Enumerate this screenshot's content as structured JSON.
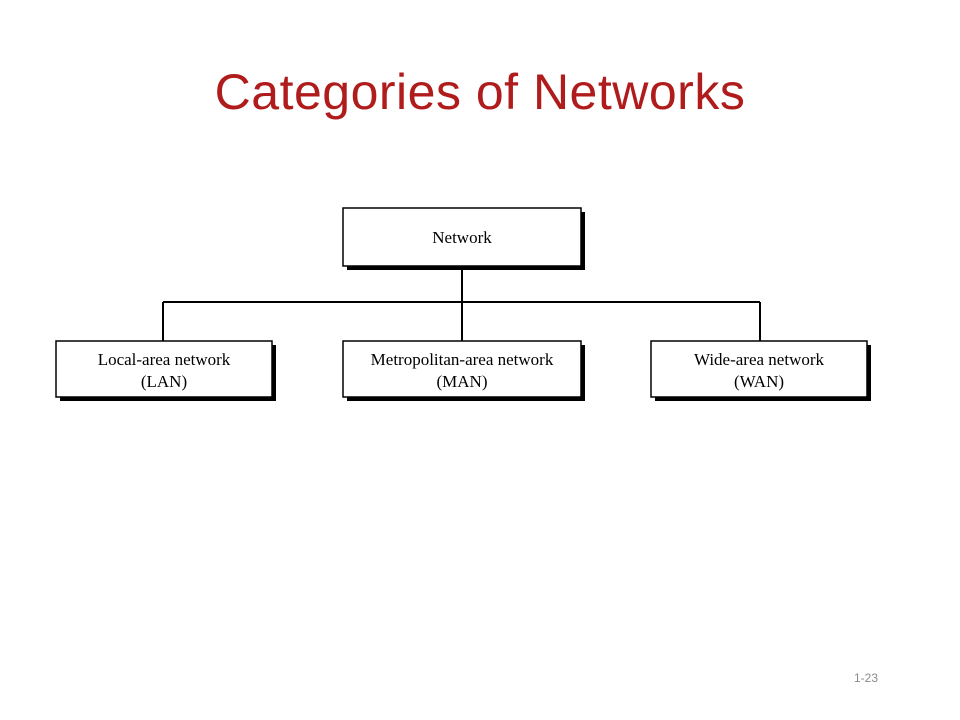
{
  "slide": {
    "title": "Categories of Networks",
    "page_number": "1-23"
  },
  "diagram": {
    "root": {
      "label": "Network"
    },
    "children": [
      {
        "line1": "Local-area network",
        "line2": "(LAN)"
      },
      {
        "line1": "Metropolitan-area network",
        "line2": "(MAN)"
      },
      {
        "line1": "Wide-area network",
        "line2": "(WAN)"
      }
    ],
    "colors": {
      "title": "#b01c1c",
      "box_border": "#000000",
      "box_shadow": "#000000",
      "connector": "#000000"
    }
  }
}
